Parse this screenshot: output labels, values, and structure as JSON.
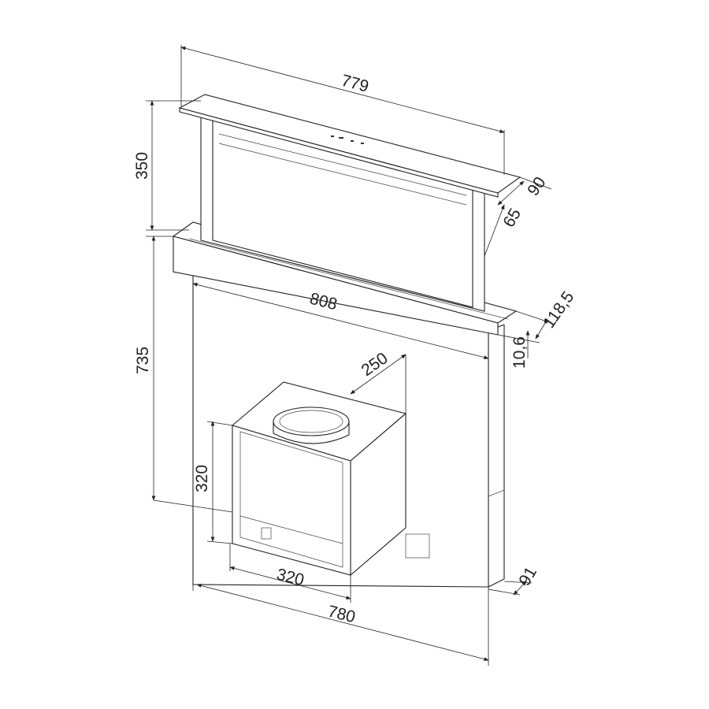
{
  "dimensions": {
    "top_width": "779",
    "hood_height": "350",
    "top_depth": "90",
    "hood_depth": "65",
    "countertop_width": "808",
    "countertop_depth": "118,5",
    "countertop_thickness": "10,6",
    "body_height": "735",
    "motor_depth": "250",
    "motor_height": "320",
    "motor_width": "320",
    "body_width": "780",
    "body_depth": "91"
  }
}
